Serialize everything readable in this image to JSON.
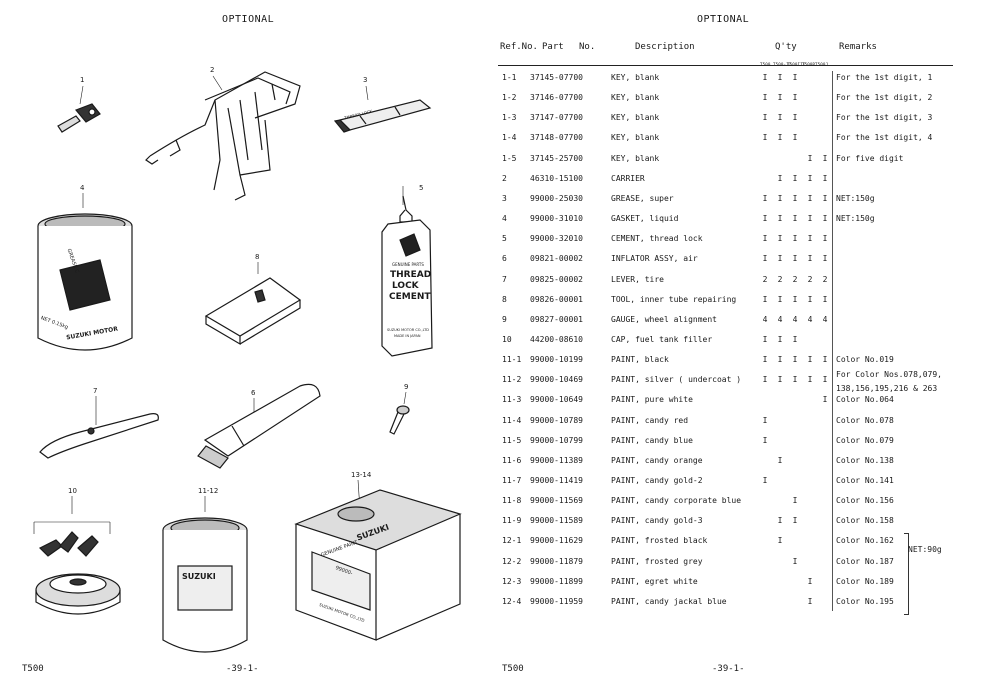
{
  "left_page": {
    "header": "OPTIONAL",
    "footer_model": "T500",
    "footer_page": "-39-1-",
    "callouts": [
      "1",
      "2",
      "3",
      "4",
      "5",
      "6",
      "7",
      "8",
      "9",
      "10",
      "11-12",
      "13-14"
    ],
    "label_text": {
      "item3_tube": "THREAD LOCK",
      "item4_can": "SUZUKI MOTOR",
      "item4_grease": "GREASE C",
      "item4_net": "NET 0.15kg",
      "item5_brand": "GENUINE PARTS",
      "item5_line1": "THREAD",
      "item5_line2": "LOCK",
      "item5_line3": "CEMENT",
      "item5_net": "SUZUKI MOTOR CO.,LTD",
      "item5_made": "MADE IN JAPAN",
      "item11_brand": "SUZUKI",
      "item13_brand": "SUZUKI",
      "item13_sub": "GENUINE PAINT",
      "item13_code": "99000-",
      "item13_maker": "SUZUKI MOTOR CO.,LTD"
    }
  },
  "right_page": {
    "header": "OPTIONAL",
    "columns": {
      "ref": "Ref.No.",
      "part": "Part",
      "no": "No.",
      "desc": "Description",
      "qty": "Q'ty",
      "remarks": "Remarks"
    },
    "qty_models": [
      "T500",
      "T500-II",
      "T500III",
      "T500R",
      "T500J"
    ],
    "rows": [
      {
        "ref": "1-1",
        "part": "37145-07700",
        "desc": "KEY, blank",
        "q": [
          "I",
          "I",
          "I",
          "",
          ""
        ],
        "remark": "For the 1st digit, 1"
      },
      {
        "ref": "1-2",
        "part": "37146-07700",
        "desc": "KEY, blank",
        "q": [
          "I",
          "I",
          "I",
          "",
          ""
        ],
        "remark": "For the 1st digit, 2"
      },
      {
        "ref": "1-3",
        "part": "37147-07700",
        "desc": "KEY, blank",
        "q": [
          "I",
          "I",
          "I",
          "",
          ""
        ],
        "remark": "For the 1st digit, 3"
      },
      {
        "ref": "1-4",
        "part": "37148-07700",
        "desc": "KEY, blank",
        "q": [
          "I",
          "I",
          "I",
          "",
          ""
        ],
        "remark": "For the 1st digit, 4"
      },
      {
        "ref": "1-5",
        "part": "37145-25700",
        "desc": "KEY, blank",
        "q": [
          "",
          "",
          "",
          "I",
          "I"
        ],
        "remark": "For five digit"
      },
      {
        "ref": "2",
        "part": "46310-15100",
        "desc": "CARRIER",
        "q": [
          "",
          "I",
          "I",
          "I",
          "I"
        ],
        "remark": ""
      },
      {
        "ref": "3",
        "part": "99000-25030",
        "desc": "GREASE, super",
        "q": [
          "I",
          "I",
          "I",
          "I",
          "I"
        ],
        "remark": "NET:150g"
      },
      {
        "ref": "4",
        "part": "99000-31010",
        "desc": "GASKET, liquid",
        "q": [
          "I",
          "I",
          "I",
          "I",
          "I"
        ],
        "remark": "NET:150g"
      },
      {
        "ref": "5",
        "part": "99000-32010",
        "desc": "CEMENT, thread lock",
        "q": [
          "I",
          "I",
          "I",
          "I",
          "I"
        ],
        "remark": ""
      },
      {
        "ref": "6",
        "part": "09821-00002",
        "desc": "INFLATOR ASSY, air",
        "q": [
          "I",
          "I",
          "I",
          "I",
          "I"
        ],
        "remark": ""
      },
      {
        "ref": "7",
        "part": "09825-00002",
        "desc": "LEVER, tire",
        "q": [
          "2",
          "2",
          "2",
          "2",
          "2"
        ],
        "remark": ""
      },
      {
        "ref": "8",
        "part": "09826-00001",
        "desc": "TOOL, inner tube repairing",
        "q": [
          "I",
          "I",
          "I",
          "I",
          "I"
        ],
        "remark": ""
      },
      {
        "ref": "9",
        "part": "09827-00001",
        "desc": "GAUGE, wheel alignment",
        "q": [
          "4",
          "4",
          "4",
          "4",
          "4"
        ],
        "remark": ""
      },
      {
        "ref": "10",
        "part": "44200-08610",
        "desc": "CAP, fuel tank filler",
        "q": [
          "I",
          "I",
          "I",
          "",
          ""
        ],
        "remark": ""
      },
      {
        "ref": "11-1",
        "part": "99000-10199",
        "desc": "PAINT, black",
        "q": [
          "I",
          "I",
          "I",
          "I",
          "I"
        ],
        "remark": "Color No.019"
      },
      {
        "ref": "11-2",
        "part": "99000-10469",
        "desc": "PAINT, silver ( undercoat )",
        "q": [
          "I",
          "I",
          "I",
          "I",
          "I"
        ],
        "remark": "For Color Nos.078,079,",
        "remark2": "138,156,195,216 & 263"
      },
      {
        "ref": "11-3",
        "part": "99000-10649",
        "desc": "PAINT, pure white",
        "q": [
          "",
          "",
          "",
          "",
          "I"
        ],
        "remark": "Color No.064"
      },
      {
        "ref": "11-4",
        "part": "99000-10789",
        "desc": "PAINT, candy red",
        "q": [
          "I",
          "",
          "",
          "",
          ""
        ],
        "remark": "Color No.078"
      },
      {
        "ref": "11-5",
        "part": "99000-10799",
        "desc": "PAINT, candy blue",
        "q": [
          "I",
          "",
          "",
          "",
          ""
        ],
        "remark": "Color No.079"
      },
      {
        "ref": "11-6",
        "part": "99000-11389",
        "desc": "PAINT, candy orange",
        "q": [
          "",
          "I",
          "",
          "",
          ""
        ],
        "remark": "Color No.138"
      },
      {
        "ref": "11-7",
        "part": "99000-11419",
        "desc": "PAINT, candy gold-2",
        "q": [
          "I",
          "",
          "",
          "",
          ""
        ],
        "remark": "Color No.141"
      },
      {
        "ref": "11-8",
        "part": "99000-11569",
        "desc": "PAINT, candy corporate blue",
        "q": [
          "",
          "",
          "I",
          "",
          ""
        ],
        "remark": "Color No.156"
      },
      {
        "ref": "11-9",
        "part": "99000-11589",
        "desc": "PAINT, candy gold-3",
        "q": [
          "",
          "I",
          "I",
          "",
          ""
        ],
        "remark": "Color No.158"
      },
      {
        "ref": "12-1",
        "part": "99000-11629",
        "desc": "PAINT, frosted black",
        "q": [
          "",
          "I",
          "",
          "",
          ""
        ],
        "remark": "Color No.162"
      },
      {
        "ref": "12-2",
        "part": "99000-11879",
        "desc": "PAINT, frosted grey",
        "q": [
          "",
          "",
          "I",
          "",
          ""
        ],
        "remark": "Color No.187"
      },
      {
        "ref": "12-3",
        "part": "99000-11899",
        "desc": "PAINT, egret white",
        "q": [
          "",
          "",
          "",
          "I",
          ""
        ],
        "remark": "Color No.189"
      },
      {
        "ref": "12-4",
        "part": "99000-11959",
        "desc": "PAINT, candy jackal blue",
        "q": [
          "",
          "",
          "",
          "I",
          ""
        ],
        "remark": "Color No.195"
      }
    ],
    "brace_remark": "NET:90g",
    "footer_model": "T500",
    "footer_page": "-39-1-"
  }
}
